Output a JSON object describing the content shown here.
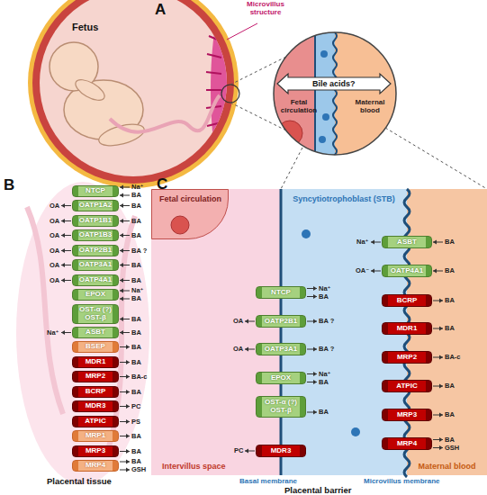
{
  "diagram": {
    "nodes": [
      {
        "text": [
          "Fetal circulation"
        ]
      },
      {
        "text": [
          "Maternal blood"
        ]
      },
      {
        "text": [
          "NTCP"
        ]
      },
      {
        "text": [
          "OATP1A2"
        ]
      },
      {
        "text": [
          "OATP1B1"
        ]
      },
      {
        "text": [
          "OATP1B3"
        ]
      },
      {
        "text": [
          "OATP2B1"
        ]
      },
      {
        "text": [
          "OATP3A1"
        ]
      },
      {
        "text": [
          "OATP4A1"
        ]
      },
      {
        "text": [
          "EPOX"
        ]
      },
      {
        "text": [
          "OST-α (?)",
          "OST-β"
        ]
      },
      {
        "text": [
          "ASBT"
        ]
      },
      {
        "text": [
          "BSEP"
        ]
      },
      {
        "text": [
          "MDR1"
        ]
      },
      {
        "text": [
          "MRP2"
        ]
      },
      {
        "text": [
          "BCRP"
        ]
      },
      {
        "text": [
          "MDR3"
        ]
      },
      {
        "text": [
          "ATPIC"
        ]
      },
      {
        "text": [
          "MRP1"
        ]
      },
      {
        "text": [
          "MRP3"
        ]
      },
      {
        "text": [
          "MRP4"
        ]
      },
      {
        "text": [
          "Intervillus space"
        ]
      },
      {
        "text": [
          "Fetal circulation"
        ],
        "in": 21
      },
      {
        "text": [
          "Syncytiotrophoblast (STB)"
        ]
      },
      {
        "text": [
          "Maternal blood"
        ]
      },
      {
        "text": [
          "NTCP"
        ]
      },
      {
        "text": [
          "OATP2B1"
        ]
      },
      {
        "text": [
          "OATP3A1"
        ]
      },
      {
        "text": [
          "EPOX"
        ]
      },
      {
        "text": [
          "OST-α (?)",
          "OST-β"
        ]
      },
      {
        "text": [
          "MDR3"
        ]
      },
      {
        "text": [
          "ASBT"
        ]
      },
      {
        "text": [
          "OATP4A1"
        ]
      },
      {
        "text": [
          "BCRP"
        ]
      },
      {
        "text": [
          "MDR1"
        ]
      },
      {
        "text": [
          "MRP2"
        ]
      },
      {
        "text": [
          "ATPIC"
        ]
      },
      {
        "text": [
          "MRP3"
        ]
      },
      {
        "text": [
          "MRP4"
        ]
      }
    ],
    "edges": [
      {
        "from": 0,
        "to": 1,
        "label": "Bile acids?",
        "arrow": "both"
      }
    ],
    "labels": [
      "A",
      "Fetus",
      "Microvillus structure",
      "B",
      "C",
      "Na⁺",
      "BA",
      "OA",
      "BA",
      "OA",
      "BA",
      "OA",
      "BA",
      "OA",
      "BA ?",
      "OA",
      "BA",
      "OA",
      "BA",
      "Na⁺",
      "BA",
      "BA",
      "Na⁺",
      "BA",
      "BA",
      "BA",
      "BA-c",
      "BA",
      "PC",
      "PS",
      "BA",
      "BA",
      "BA",
      "GSH",
      "Placental tissue",
      "Na⁺",
      "BA",
      "OA",
      "BA ?",
      "OA",
      "BA ?",
      "Na⁺",
      "BA",
      "BA",
      "PC",
      "Na⁺",
      "BA",
      "OA⁻",
      "BA",
      "BA",
      "BA",
      "BA-c",
      "BA",
      "BA",
      "BA",
      "GSH",
      "Basal membrane",
      "Microvillus membrane",
      "Placental barrier"
    ]
  }
}
